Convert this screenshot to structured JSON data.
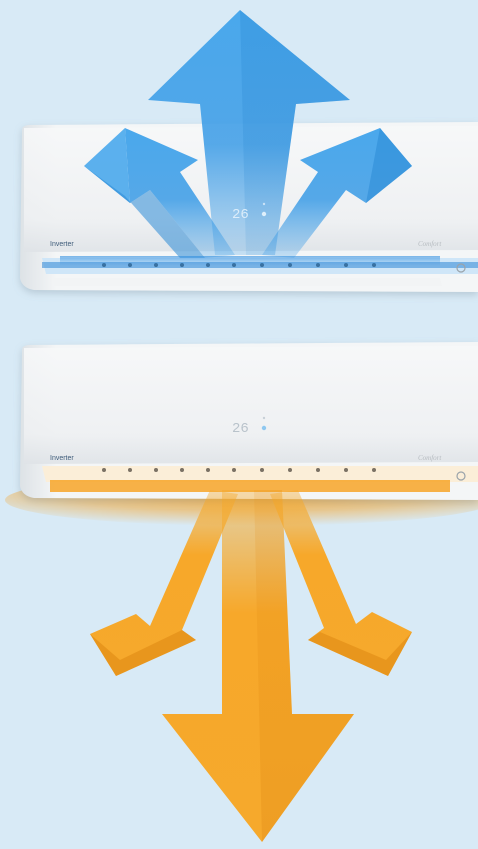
{
  "background_color": "#d8eaf6",
  "units": [
    {
      "mode": "cooling",
      "airflow_color": "#3ea0e6",
      "display_temperature": "26",
      "brand_text": "Inverter",
      "model_text": "Comfort"
    },
    {
      "mode": "heating",
      "airflow_color": "#f5a623",
      "display_temperature": "26",
      "brand_text": "Inverter",
      "model_text": "Comfort"
    }
  ]
}
